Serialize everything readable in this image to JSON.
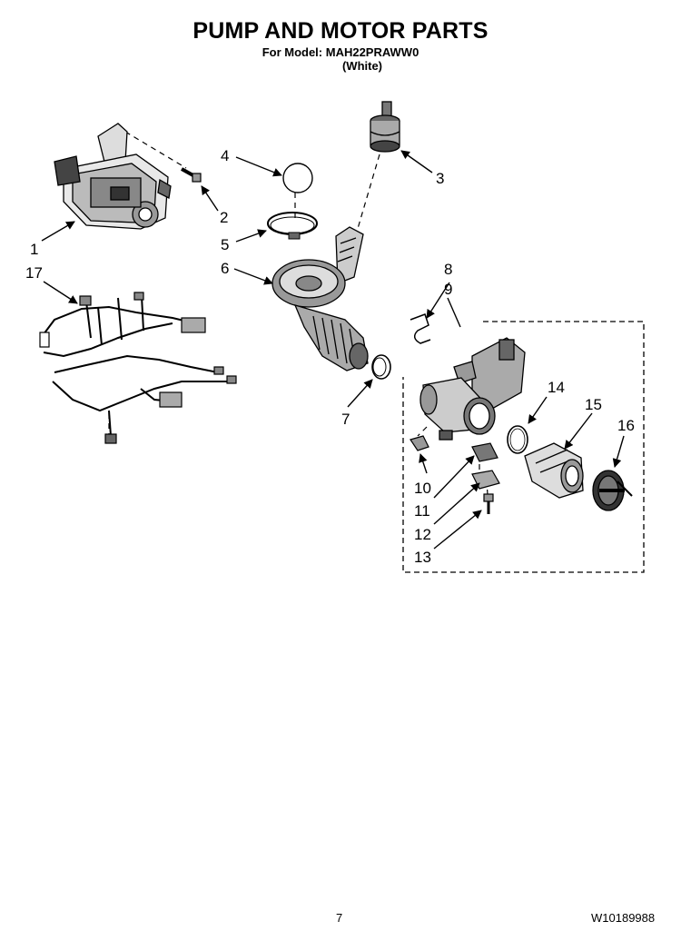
{
  "header": {
    "title": "PUMP AND MOTOR PARTS",
    "model_line": "For Model: MAH22PRAWW0",
    "color_line": "(White)"
  },
  "callouts": [
    "1",
    "2",
    "3",
    "4",
    "5",
    "6",
    "7",
    "8",
    "9",
    "10",
    "11",
    "12",
    "13",
    "14",
    "15",
    "16",
    "17"
  ],
  "footer": {
    "page_number": "7",
    "document_number": "W10189988"
  }
}
